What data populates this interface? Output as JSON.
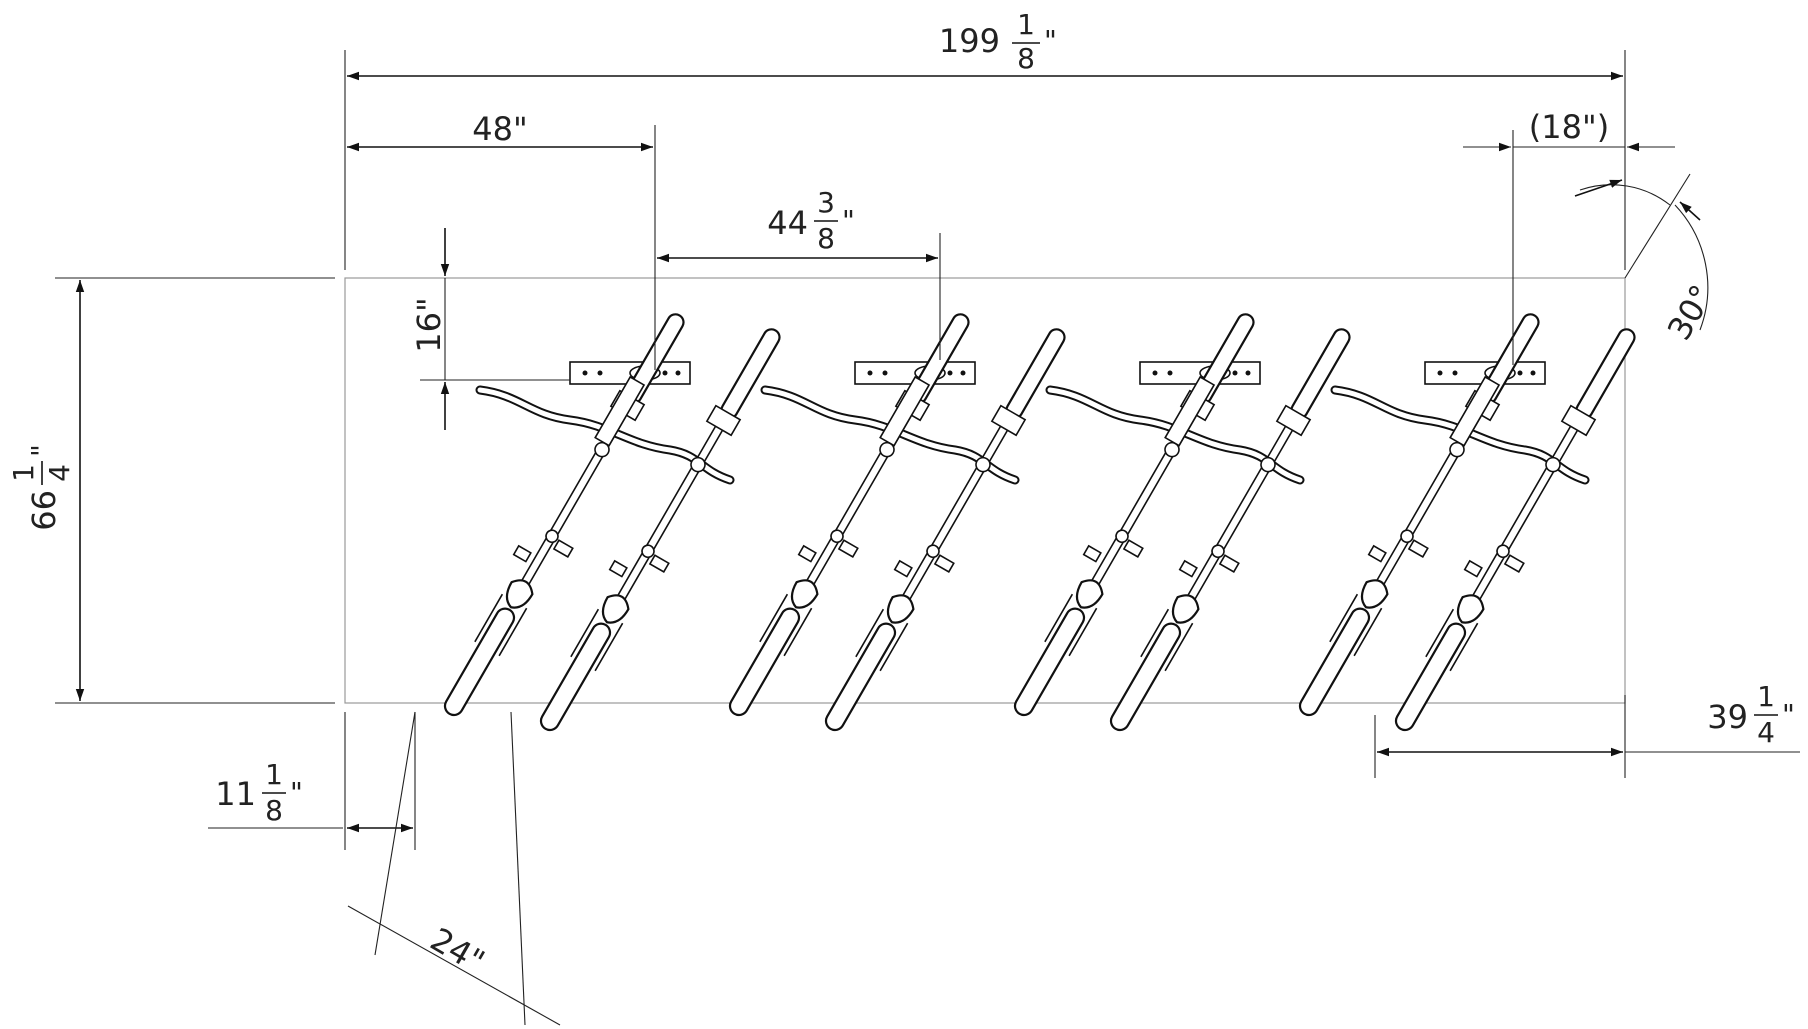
{
  "dimensions": {
    "overall_width": {
      "whole": "199",
      "num": "1",
      "den": "8",
      "unit": "\""
    },
    "first_spacing": {
      "text": "48\""
    },
    "bike_spacing": {
      "whole": "44",
      "num": "3",
      "den": "8",
      "unit": "\""
    },
    "end_offset": {
      "text": "(18\")"
    },
    "depth_top": {
      "text": "16\""
    },
    "overall_depth": {
      "whole": "66",
      "num": "1",
      "den": "4",
      "unit": "\""
    },
    "left_offset": {
      "whole": "11",
      "num": "1",
      "den": "8",
      "unit": "\""
    },
    "right_projection": {
      "whole": "39",
      "num": "1",
      "den": "4",
      "unit": "\""
    },
    "bike_pitch": {
      "text": "24\""
    },
    "angle": {
      "text": "30°"
    }
  },
  "bike_count": 8,
  "rack_count": 4
}
